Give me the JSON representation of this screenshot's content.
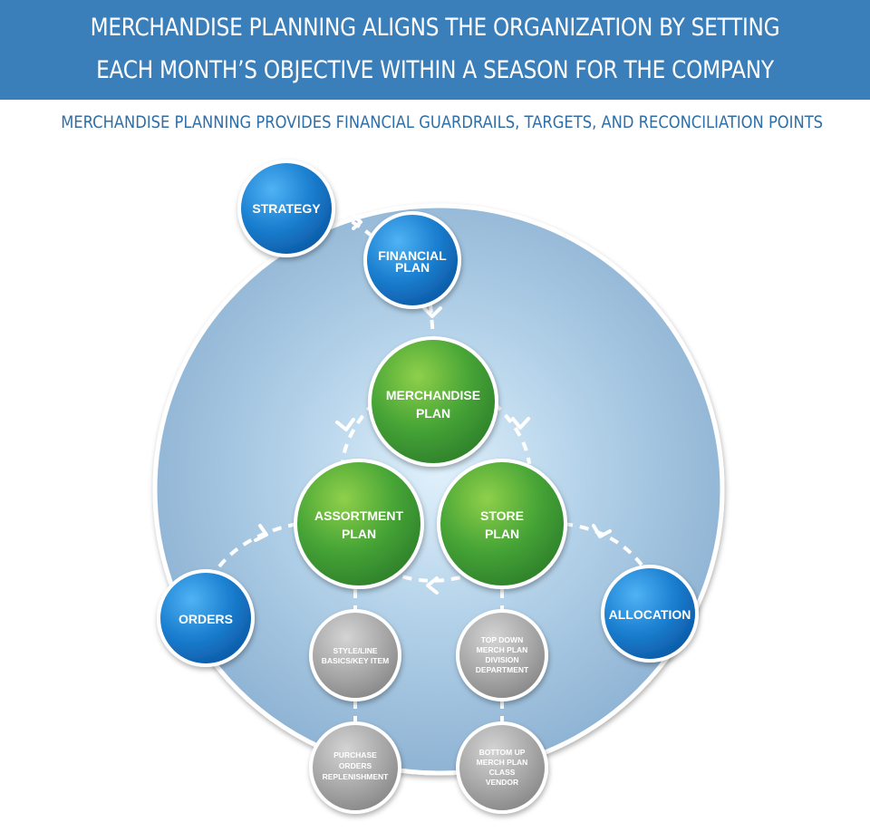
{
  "header": {
    "line1": "MERCHANDISE PLANNING ALIGNS THE ORGANIZATION BY SETTING",
    "line2": "EACH MONTH’S OBJECTIVE WITHIN A SEASON  FOR THE COMPANY"
  },
  "subtitle": "MERCHANDISE PLANNING PROVIDES FINANCIAL GUARDRAILS, TARGETS, AND RECONCILIATION POINTS",
  "nodes": {
    "strategy": [
      "STRATEGY"
    ],
    "financial_plan": [
      "FINANCIAL",
      "PLAN"
    ],
    "merchandise_plan": [
      "MERCHANDISE",
      "PLAN"
    ],
    "assortment_plan": [
      "ASSORTMENT",
      "PLAN"
    ],
    "store_plan": [
      "STORE",
      "PLAN"
    ],
    "orders": [
      "ORDERS"
    ],
    "allocation": [
      "ALLOCATION"
    ],
    "style_line": [
      "STYLE/LINE",
      "BASICS/KEY ITEM"
    ],
    "top_down": [
      "TOP DOWN",
      "MERCH PLAN",
      "DIVISION",
      "DEPARTMENT"
    ],
    "purchase_orders": [
      "PURCHASE",
      "ORDERS",
      "REPLENISHMENT"
    ],
    "bottom_up": [
      "BOTTOM UP",
      "MERCH PLAN",
      "CLASS",
      "VENDOR"
    ]
  },
  "colors": {
    "banner": "#3a7fb9",
    "subtitle_text": "#2f6ea6",
    "blue_node": "#1f86d6",
    "green_node": "#49a83a",
    "gray_node": "#a9a9a9",
    "background_circle": "#9fc0dc"
  }
}
